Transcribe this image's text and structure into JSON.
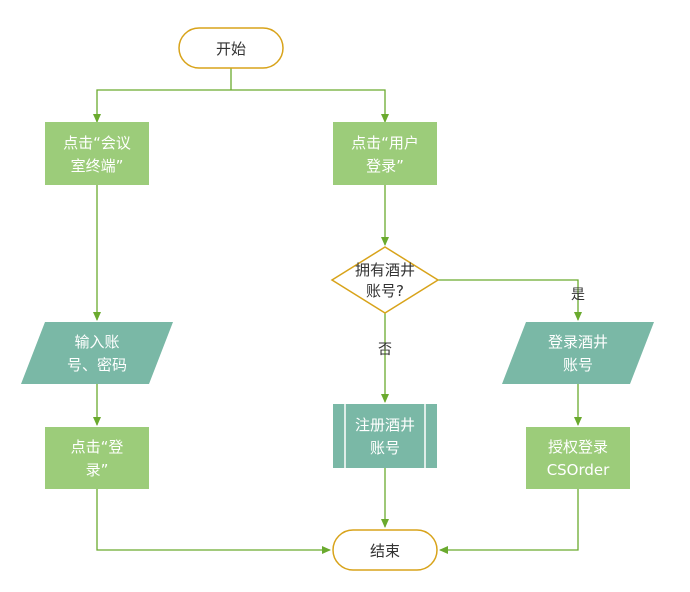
{
  "colors": {
    "terminal_fill": "#ffffff",
    "terminal_stroke": "#d8a31a",
    "process_fill": "#9ccc7a",
    "io_fill": "#7ab8a6",
    "decision_fill": "#ffffff",
    "decision_stroke": "#d8a31a",
    "connector": "#6aaa2e"
  },
  "nodes": {
    "start": {
      "lines": [
        "开始"
      ]
    },
    "meeting_terminal": {
      "lines": [
        "点击“会议",
        "室终端”"
      ]
    },
    "user_login": {
      "lines": [
        "点击“用户",
        "登录”"
      ]
    },
    "has_account": {
      "lines": [
        "拥有酒井",
        "账号?"
      ]
    },
    "input_credentials": {
      "lines": [
        "输入账",
        "号、密码"
      ]
    },
    "login_click": {
      "lines": [
        "点击“登",
        "录”"
      ]
    },
    "register_account": {
      "lines": [
        "注册酒井",
        "账号"
      ]
    },
    "login_account": {
      "lines": [
        "登录酒井",
        "账号"
      ]
    },
    "authorize_login": {
      "lines": [
        "授权登录",
        "CSOrder"
      ]
    },
    "end": {
      "lines": [
        "结束"
      ]
    }
  },
  "edge_labels": {
    "yes": "是",
    "no": "否"
  }
}
